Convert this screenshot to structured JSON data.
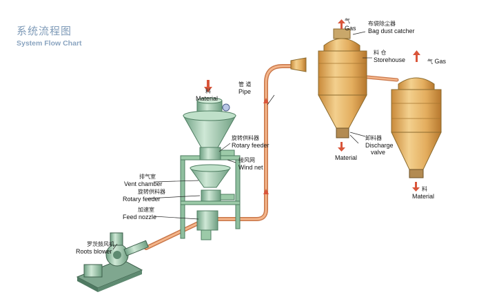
{
  "header": {
    "title_cn": "系统流程图",
    "title_en": "System Flow Chart"
  },
  "labels": {
    "material_top_cn": "料",
    "material_top_en": "Material",
    "pipe_cn": "管 道",
    "pipe_en": "Pipe",
    "rotary_feeder_top_cn": "旋转供料器",
    "rotary_feeder_top_en": "Rotary feeder",
    "wind_net_cn": "接风网",
    "wind_net_en": "Wind net",
    "vent_chamber_cn": "排气室",
    "vent_chamber_en": "Vent chamber",
    "rotary_feeder_cn": "旋转供料器",
    "rotary_feeder_en": "Rotary feeder",
    "feed_nozzle_cn": "加速室",
    "feed_nozzle_en": "Feed nozzle",
    "roots_blower_cn": "罗茨鼓风机",
    "roots_blower_en": "Roots blower",
    "gas_top_cn": "气",
    "gas_top_en": "Gas",
    "bag_dust_cn": "布袋除尘器",
    "bag_dust_en": "Bag dust catcher",
    "storehouse_cn": "料 仓",
    "storehouse_en": "Storehouse",
    "gas_right_cn": "气",
    "gas_right_en": "Gas",
    "discharge_cn": "卸料器",
    "discharge_en1": "Discharge",
    "discharge_en2": "valve",
    "material_mid_en": "Material",
    "material_right_cn": "料",
    "material_right_en": "Material"
  },
  "colors": {
    "tank_body": "#e8b86a",
    "tank_shade": "#c98a3a",
    "equipment_green": "#9ccaa8",
    "equipment_dark": "#5f8f72",
    "pipe": "#e9a070",
    "arrow_red": "#d9553a",
    "title": "#7f9bb8"
  }
}
